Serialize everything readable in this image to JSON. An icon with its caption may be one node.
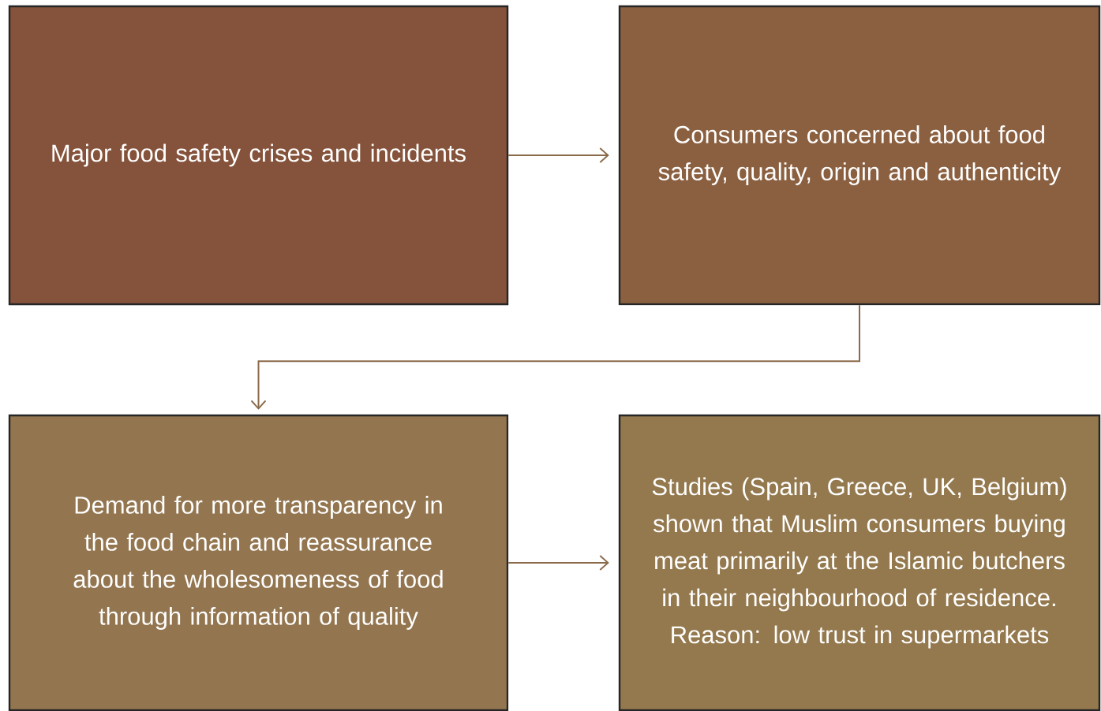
{
  "diagram": {
    "nodes": [
      {
        "text": [
          "Major food safety crises and incidents"
        ]
      },
      {
        "text": [
          "Consumers concerned about food safety, quality, origin and authenticity"
        ]
      },
      {
        "text": [
          "Demand for more transparency in the food chain and reassurance about the wholesomeness of food through information of quality"
        ]
      },
      {
        "text": [
          "Studies (Spain, Greece, UK, Belgium) shown that Muslim consumers buying meat primarily at the Islamic butchers in their neighbourhood of residence. Reason: low trust in supermarkets"
        ]
      }
    ],
    "edges": [
      {
        "from": 0,
        "to": 1,
        "arrow": "to"
      },
      {
        "from": 1,
        "to": 2,
        "arrow": "to"
      },
      {
        "from": 2,
        "to": 3,
        "arrow": "to"
      }
    ]
  }
}
